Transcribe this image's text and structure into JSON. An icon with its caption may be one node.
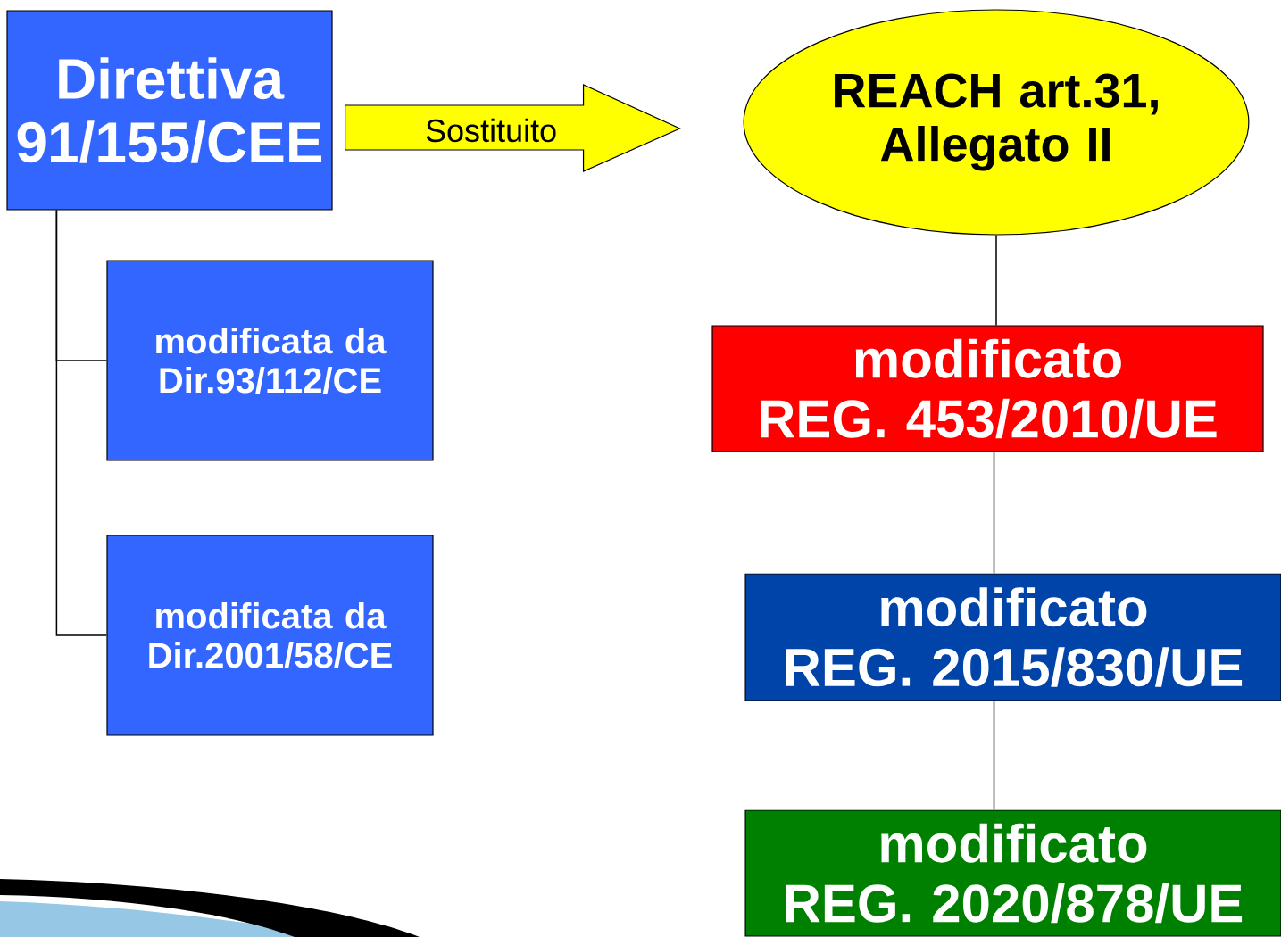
{
  "diagram": {
    "nodes": [
      {
        "text": [
          "Direttiva 91/155/CEE"
        ]
      },
      {
        "text": [
          "modificata da Dir.93/112/CE"
        ]
      },
      {
        "text": [
          "modificata da Dir.2001/58/CE"
        ]
      },
      {
        "text": [
          "REACH art.31, Allegato II"
        ]
      },
      {
        "text": [
          "modificato",
          "REG. 453/2010/UE"
        ]
      },
      {
        "text": [
          "modificato",
          "REG. 2015/830/UE"
        ]
      },
      {
        "text": [
          "modificato",
          "REG. 2020/878/UE"
        ]
      }
    ],
    "edges": [
      {
        "from": 0,
        "to": 1,
        "arrow": "none"
      },
      {
        "from": 0,
        "to": 2,
        "arrow": "none"
      },
      {
        "from": 0,
        "to": 3,
        "arrow": "to",
        "label": "Sostituito"
      },
      {
        "from": 3,
        "to": 4,
        "arrow": "none"
      },
      {
        "from": 4,
        "to": 5,
        "arrow": "none"
      },
      {
        "from": 5,
        "to": 6,
        "arrow": "none"
      }
    ]
  }
}
